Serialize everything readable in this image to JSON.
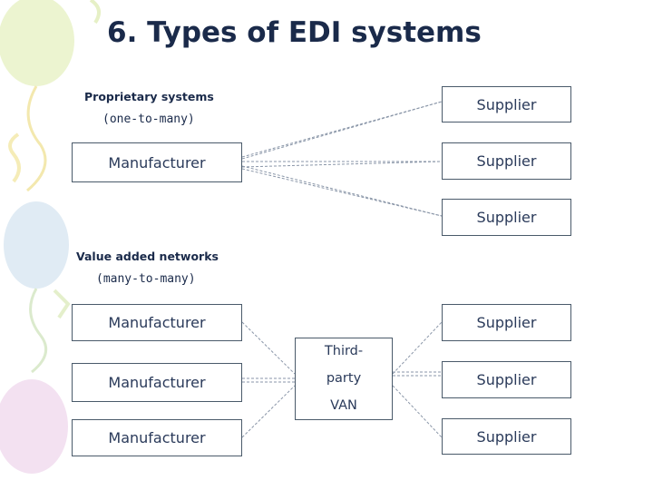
{
  "slide": {
    "title": "6. Types of EDI systems"
  },
  "proprietary": {
    "heading": "Proprietary systems",
    "subheading": "(one-to-many)",
    "manufacturer": "Manufacturer",
    "suppliers": [
      "Supplier",
      "Supplier",
      "Supplier"
    ]
  },
  "van_section": {
    "heading": "Value added networks",
    "subheading": "(many-to-many)",
    "manufacturers": [
      "Manufacturer",
      "Manufacturer",
      "Manufacturer"
    ],
    "hub_lines": [
      "Third-",
      "party",
      "VAN"
    ],
    "suppliers": [
      "Supplier",
      "Supplier",
      "Supplier"
    ]
  },
  "colors": {
    "title": "#1a2a4a",
    "box_border": "#4a5a6a",
    "connector": "#8a96a8",
    "balloon_green": "#e8f2c8",
    "balloon_blue": "#dbe9f4",
    "balloon_pink": "#f1dcef"
  }
}
